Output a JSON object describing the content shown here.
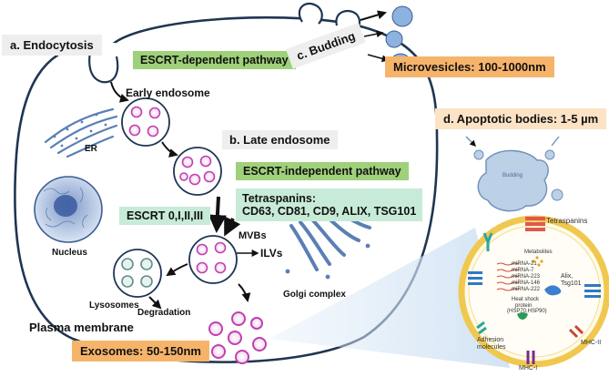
{
  "labels": {
    "endocytosis": "a. Endocytosis",
    "escrt_dependent": "ESCRT-dependent pathway",
    "early_endosome": "Early endosome",
    "late_endosome": "b. Late endosome",
    "escrt_independent": "ESCRT-independent pathway",
    "tetraspanins_title": "Tetraspanins:",
    "tetraspanins_list": "CD63, CD81, CD9, ALIX, TSG101",
    "escrt_complex": "ESCRT 0,I,II,III",
    "mvbs": "MVBs",
    "ilvs": "ILVs",
    "er": "ER",
    "nucleus": "Nucleus",
    "lysosomes": "Lysosomes",
    "degradation": "Degradation",
    "golgi": "Golgi complex",
    "plasma_membrane": "Plasma membrane",
    "exosomes": "Exosomes: 50-150nm",
    "budding": "c. Budding",
    "microvesicles": "Microvesicles: 100-1000nm",
    "apoptotic": "d. Apoptotic bodies: 1-5 µm",
    "budding_tiny": "Budding"
  },
  "exosome_detail": {
    "tetraspanins": "Tetraspanins",
    "metabolites": "Metabolites",
    "mirna": [
      "miRNA-21",
      "miRNA-7",
      "miRNA-223",
      "miRNA-146",
      "miRNA-222"
    ],
    "alix_line1": "Alix,",
    "alix_line2": "Tsg101",
    "hsp_line1": "Heat shock",
    "hsp_line2": "protein",
    "hsp_line3": "(HSP70,HSP90)",
    "adhesion_line1": "Adhesion",
    "adhesion_line2": "molecules",
    "mhc2": "MHC-II",
    "mhc1": "MHC-I"
  },
  "colors": {
    "cell_outline": "#1f3552",
    "vesicle_ring": "#c040b0",
    "escrt_green": "#9fd07a",
    "mint": "#c7ebd7",
    "orange": "#f6b46b",
    "microvesicle_blue": "#8eb2df",
    "exosome_ring": "#f0c850"
  }
}
